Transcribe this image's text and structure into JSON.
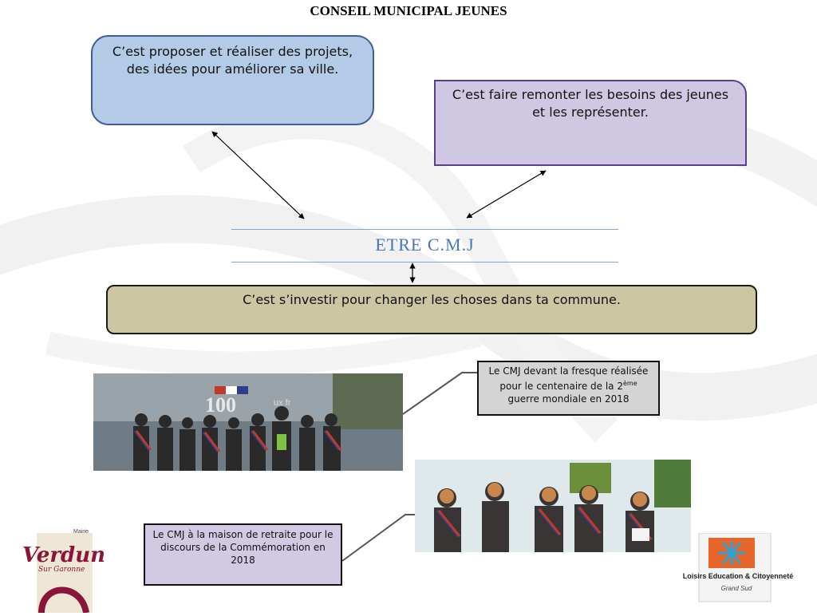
{
  "title": "CONSEIL MUNICIPAL JEUNES",
  "bubbles": {
    "proposer": "C’est proposer et réaliser des projets, des idées pour améliorer sa ville.",
    "remonter": "C’est faire remonter les besoins des jeunes et les représenter.",
    "center": "ETRE C.M.J",
    "investir": "C’est s’investir pour changer les choses dans ta commune."
  },
  "captions": {
    "fresque_pre": "Le CMJ devant la fresque réalisée pour le centenaire de la 2",
    "fresque_sup": "ème",
    "fresque_post": " guerre mondiale en 2018",
    "retraite": "Le CMJ à la maison de retraite pour le discours de la Commémoration en 2018"
  },
  "logos": {
    "left_small": "Mairie",
    "left_main": "Verdun",
    "left_sub": "Sur Garonne",
    "right_main": "Loisirs Education & Citoyenneté",
    "right_sub": "Grand Sud"
  },
  "photo_text": {
    "mural_number": "100",
    "mural_tag": "ux fr"
  },
  "colors": {
    "box_blue": "#b3cbe6",
    "box_purple": "#d0c8e2",
    "box_khaki": "#cdc6a2",
    "title_blue": "#4a76b8"
  }
}
